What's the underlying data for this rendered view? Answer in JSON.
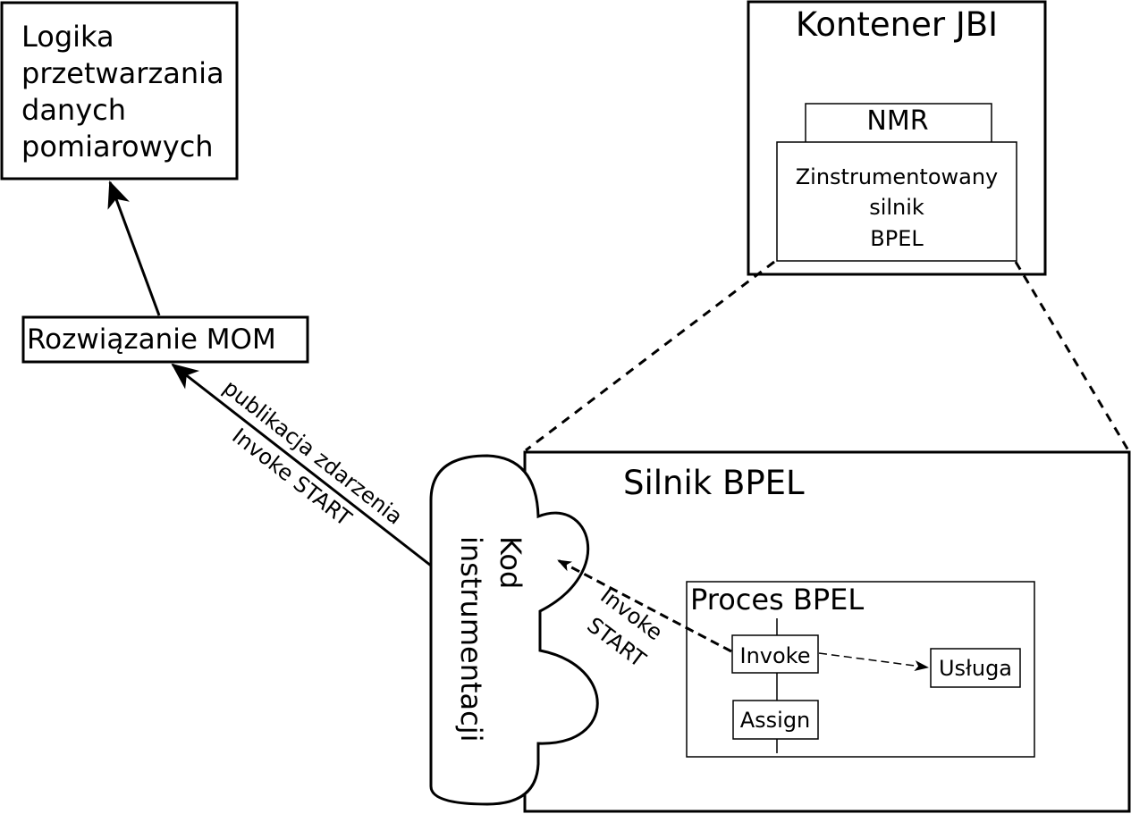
{
  "logic_box": {
    "lines": [
      "Logika",
      "przetwarzania",
      "danych",
      "pomiarowych"
    ]
  },
  "mom_box": {
    "label": "Rozwiązanie MOM"
  },
  "jbi": {
    "title": "Kontener JBI",
    "nmr_label": "NMR",
    "engine_lines": [
      "Zinstrumentowany",
      "silnik",
      "BPEL"
    ]
  },
  "bpel_engine": {
    "title": "Silnik BPEL"
  },
  "cloud": {
    "lines": [
      "Kod",
      "instrumentacji"
    ]
  },
  "process": {
    "title": "Proces BPEL",
    "invoke_label": "Invoke",
    "assign_label": "Assign",
    "service_label": "Usługa"
  },
  "edges": {
    "publish_label": "publikacja zdarzenia",
    "publish_sub_label": "Invoke START",
    "invoke_start_lines": [
      "Invoke",
      "START"
    ]
  },
  "colors": {
    "stroke": "#000000",
    "background": "#ffffff"
  }
}
